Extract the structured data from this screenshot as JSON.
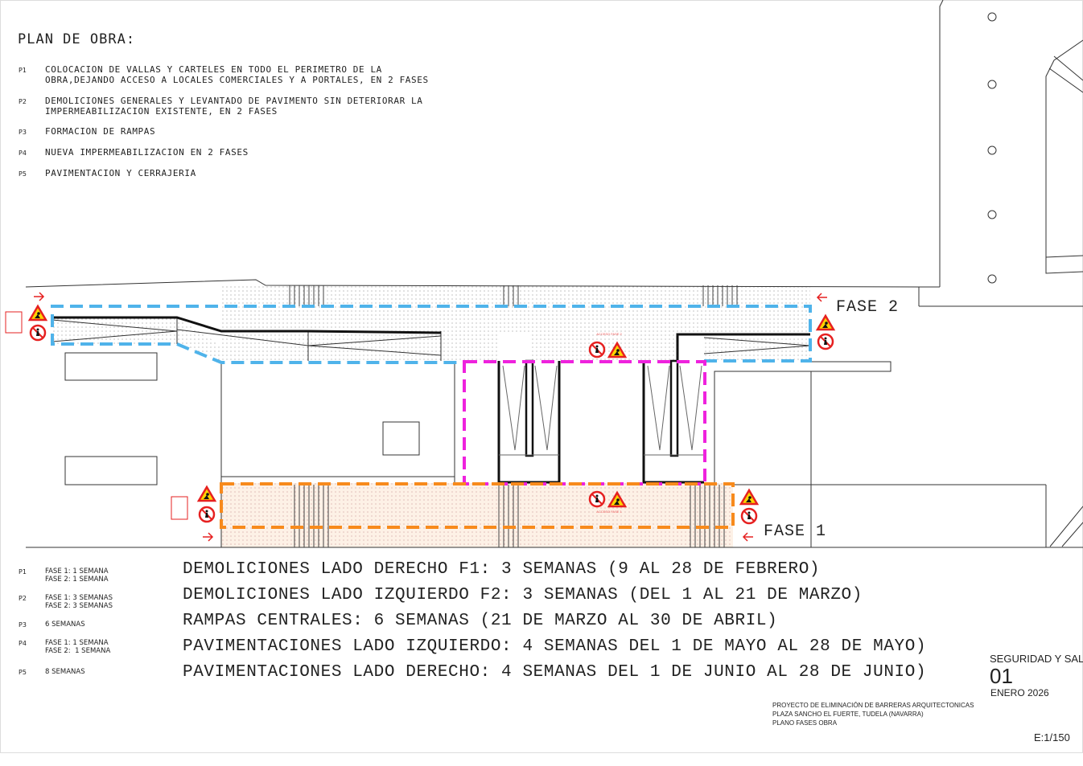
{
  "plan": {
    "title": "PLAN DE OBRA:",
    "items": [
      {
        "key": "P1",
        "text": "COLOCACION DE VALLAS Y CARTELES EN TODO EL PERIMETRO DE LA\nOBRA,DEJANDO ACCESO A LOCALES COMERCIALES Y A PORTALES, EN 2 FASES"
      },
      {
        "key": "P2",
        "text": "DEMOLICIONES GENERALES Y LEVANTADO DE PAVIMENTO SIN DETERIORAR LA\nIMPERMEABILIZACION EXISTENTE, EN 2 FASES"
      },
      {
        "key": "P3",
        "text": "FORMACION DE RAMPAS"
      },
      {
        "key": "P4",
        "text": "NUEVA IMPERMEABILIZACION EN 2 FASES"
      },
      {
        "key": "P5",
        "text": "PAVIMENTACION Y CERRAJERIA"
      }
    ]
  },
  "durations": [
    {
      "key": "P1",
      "text": "FASE 1: 1 SEMANA\nFASE 2: 1 SEMANA"
    },
    {
      "key": "P2",
      "text": "FASE 1: 3 SEMANAS\nFASE 2: 3 SEMANAS"
    },
    {
      "key": "P3",
      "text": "6 SEMANAS"
    },
    {
      "key": "P4",
      "text": "FASE 1: 1 SEMANA\nFASE 2:  1 SEMANA"
    },
    {
      "key": "P5",
      "text": "8 SEMANAS"
    }
  ],
  "schedule": [
    "DEMOLICIONES LADO DERECHO F1: 3 SEMANAS (9 AL 28 DE FEBRERO)",
    "DEMOLICIONES LADO IZQUIERDO F2: 3 SEMANAS (DEL 1 AL 21 DE MARZO)",
    "RAMPAS CENTRALES: 6 SEMANAS (21 DE MARZO AL 30 DE ABRIL)",
    "PAVIMENTACIONES LADO IZQUIERDO: 4 SEMANAS DEL 1 DE MAYO AL 28 DE MAYO)",
    "PAVIMENTACIONES LADO DERECHO: 4 SEMANAS DEL 1 DE JUNIO AL 28 DE JUNIO)"
  ],
  "phases": {
    "fase2": "FASE 2",
    "fase1": "FASE 1",
    "acceso2": "ACCESO FASE 2",
    "acceso1": "ACCESO FASE 1"
  },
  "title_block": {
    "project": "PROYECTO DE ELIMINACIÓN DE BARRERAS ARQUITECTONICAS",
    "location": "PLAZA SANCHO EL FUERTE, TUDELA (NAVARRA)",
    "sheet_name": "PLANO FASES OBRA",
    "category": "SEGURIDAD Y SALUD",
    "number": "01",
    "date": "ENERO 2026",
    "scale": "E:1/150"
  },
  "colors": {
    "fase2": "#4fb3ea",
    "rampas": "#ee22dd",
    "fase1": "#f78a1c",
    "sign_red": "#e62020"
  }
}
